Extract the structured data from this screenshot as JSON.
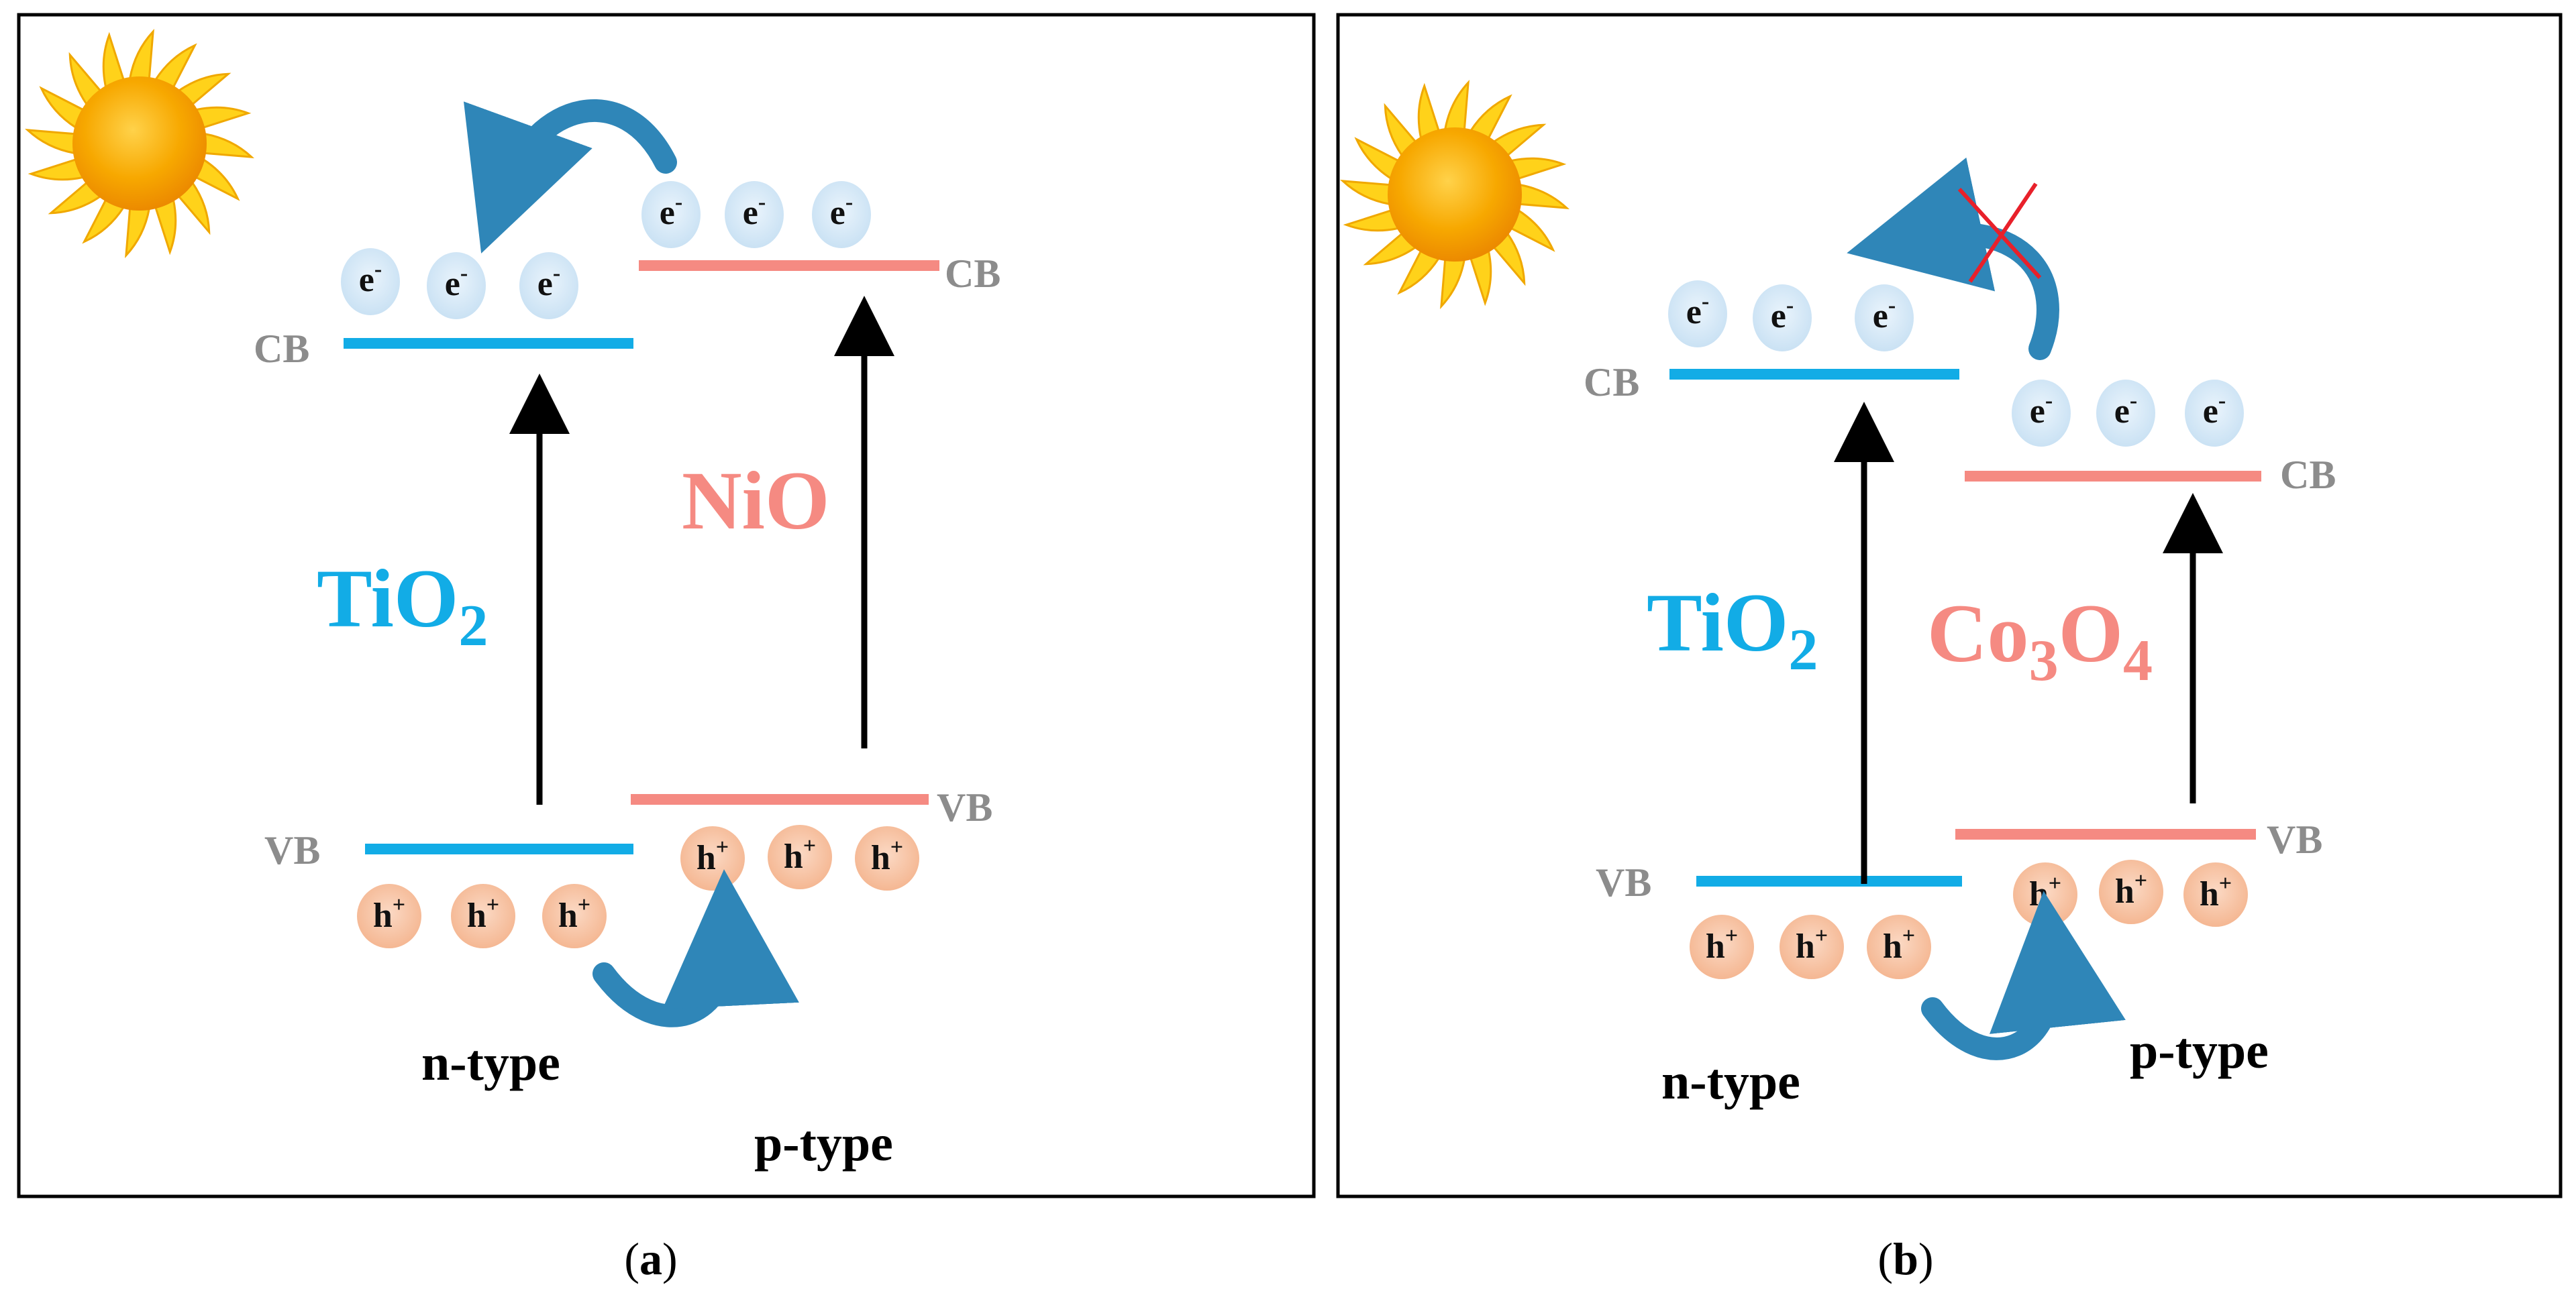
{
  "colors": {
    "tio2": "#12ace6",
    "partner": "#f58a82",
    "band_label": "#8c8c8c",
    "electron_fill": "#d6eaf8",
    "hole_fill": "#f7c4a6",
    "transfer_arrow": "#2f86b8",
    "excitation_arrow": "#000000",
    "blocked_mark": "#e8202a",
    "sun_core": "#f5a400",
    "sun_rays": "#ffd21a",
    "frame": "#000000"
  },
  "icons": {
    "sun": "sun-icon",
    "electron_transfer": "curved-arrow-icon",
    "hole_transfer": "curved-arrow-icon",
    "blocked": "cross-icon"
  },
  "panels": [
    {
      "caption_open": "(",
      "caption_letter": "a",
      "caption_close": ")",
      "left_material": {
        "base": "TiO",
        "sub": "2",
        "rest": "",
        "rest_sub": ""
      },
      "right_material": {
        "base": "NiO",
        "sub": "",
        "rest": "",
        "rest_sub": ""
      },
      "left_cb_label": "CB",
      "left_vb_label": "VB",
      "right_cb_label": "CB",
      "right_vb_label": "VB",
      "left_type_label": "n-type",
      "right_type_label": "p-type",
      "electron_symbol": "e",
      "electron_charge": "-",
      "hole_symbol": "h",
      "hole_charge": "+",
      "electron_transfer_blocked": false
    },
    {
      "caption_open": "(",
      "caption_letter": "b",
      "caption_close": ")",
      "left_material": {
        "base": "TiO",
        "sub": "2",
        "rest": "",
        "rest_sub": ""
      },
      "right_material": {
        "base": "Co",
        "sub": "3",
        "rest": "O",
        "rest_sub": "4"
      },
      "left_cb_label": "CB",
      "left_vb_label": "VB",
      "right_cb_label": "CB",
      "right_vb_label": "VB",
      "left_type_label": "n-type",
      "right_type_label": "p-type",
      "electron_symbol": "e",
      "electron_charge": "-",
      "hole_symbol": "h",
      "hole_charge": "+",
      "electron_transfer_blocked": true
    }
  ]
}
